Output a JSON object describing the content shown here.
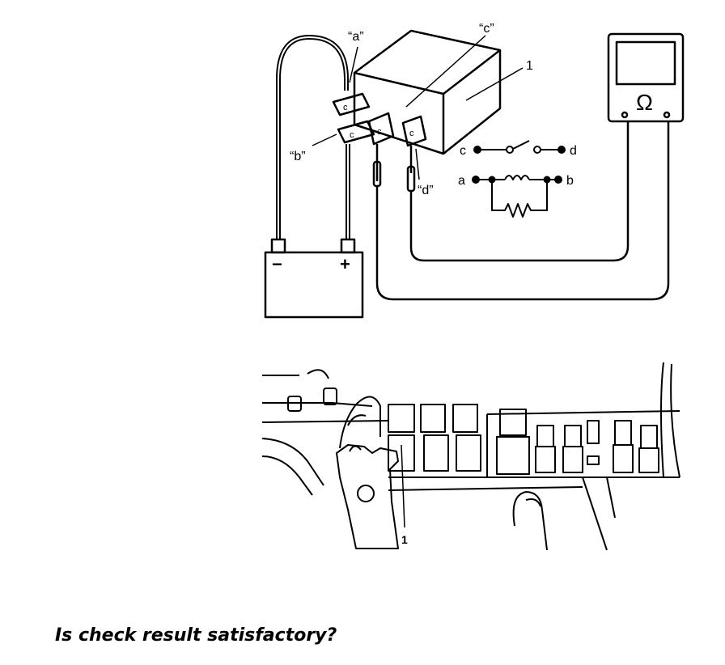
{
  "relay_diagram": {
    "callouts": {
      "a": "“a”",
      "b": "“b”",
      "c": "“c”",
      "d": "“d”",
      "relay_number": "1"
    },
    "schematic": {
      "switch_left": "c",
      "switch_right": "d",
      "coil_left": "a",
      "coil_right": "b"
    },
    "battery": {
      "negative": "−",
      "positive": "+"
    },
    "ohmmeter": {
      "symbol": "Ω"
    }
  },
  "fusebox_figure": {
    "callout": "1"
  },
  "question": "Is check result satisfactory?"
}
